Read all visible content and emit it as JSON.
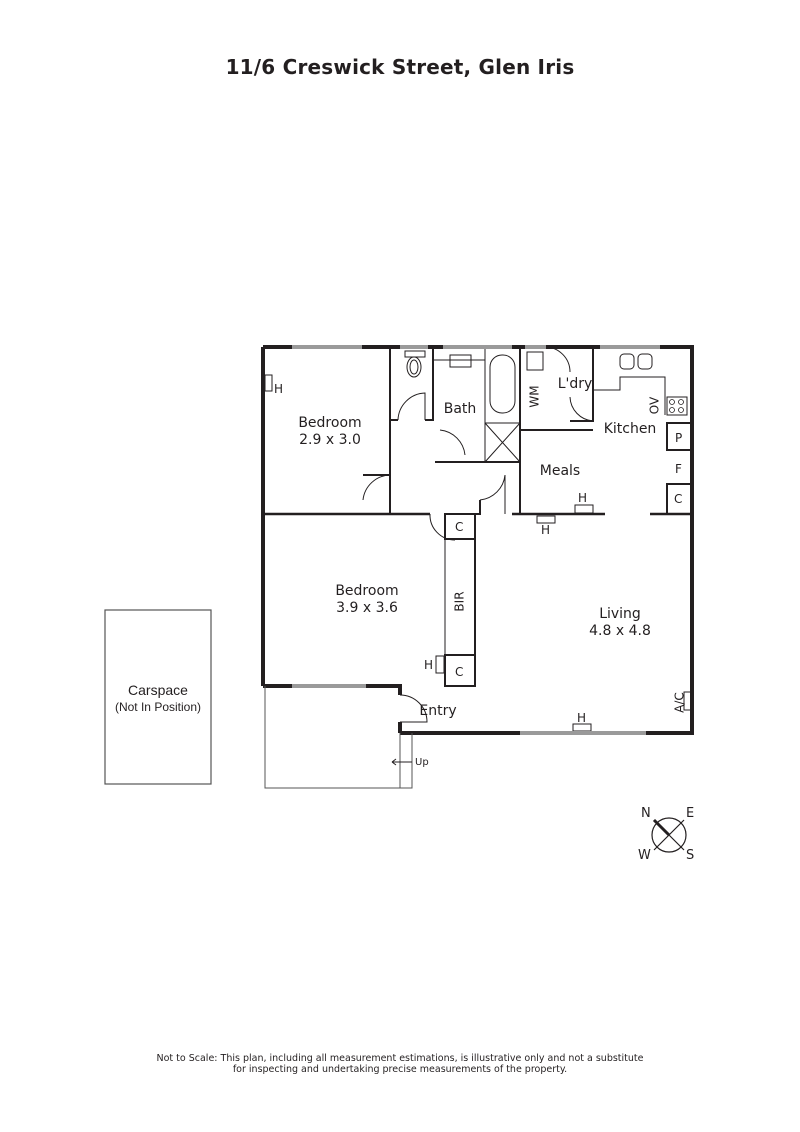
{
  "title": "11/6 Creswick Street, Glen Iris",
  "rooms": [
    {
      "name": "Bedroom",
      "dims": "2.9 x 3.0"
    },
    {
      "name": "Bath",
      "dims": ""
    },
    {
      "name": "L'dry",
      "dims": ""
    },
    {
      "name": "Kitchen",
      "dims": ""
    },
    {
      "name": "Meals",
      "dims": ""
    },
    {
      "name": "Bedroom",
      "dims": "3.9 x 3.6"
    },
    {
      "name": "Living",
      "dims": "4.8 x 4.8"
    },
    {
      "name": "Entry",
      "dims": ""
    }
  ],
  "fixtures": {
    "heater": "H",
    "cupboard": "C",
    "pantry": "P",
    "fridge": "F",
    "built_in_robe": "BIR",
    "washing_machine": "WM",
    "oven": "OV",
    "air_conditioner": "A/C",
    "stairs_up": "Up"
  },
  "carspace": {
    "line1": "Carspace",
    "line2": "(Not In Position)"
  },
  "compass": {
    "n": "N",
    "e": "E",
    "s": "S",
    "w": "W"
  },
  "footer": {
    "line1": "Not to Scale: This plan, including all measurement estimations, is illustrative only and not a substitute",
    "line2": "for inspecting and undertaking precise measurements of the property."
  },
  "colors": {
    "wall": "#231f20",
    "window": "#9a9a9a",
    "background": "#ffffff"
  }
}
